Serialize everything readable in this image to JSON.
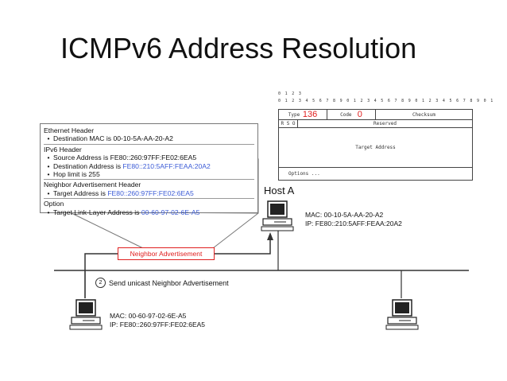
{
  "title": "ICMPv6 Address Resolution",
  "packet_contents": {
    "ethernet_header": "Ethernet Header",
    "dest_mac": "Destination MAC is 00-10-5A-AA-20-A2",
    "ipv6_header": "IPv6 Header",
    "source_address_prefix": "Source Address is ",
    "source_address_value": "FE80::260:97FF:FE02:6EA5",
    "dest_address_prefix": "Destination Address is ",
    "dest_address_value": "FE80::210:5AFF:FEAA:20A2",
    "hop_limit": "Hop limit is 255",
    "na_header": "Neighbor Advertisement Header",
    "target_address_prefix": "Target Address is ",
    "target_address_value": "FE80::260:97FF:FE02:6EA5",
    "option": "Option",
    "target_ll_prefix": "Target Link-Layer Address is ",
    "target_ll_value": "00-60-97-02-6E-A5",
    "bullet": "•"
  },
  "packet_format": {
    "ruler_tens": "0                   1                   2                   3",
    "ruler_units": "0 1 2 3 4 5 6 7 8 9 0 1 2 3 4 5 6 7 8 9 0 1 2 3 4 5 6 7 8 9 0 1",
    "type_label": "Type",
    "type_value": "136",
    "code_label": "Code",
    "code_value": "0",
    "checksum_label": "Checksum",
    "flags_label": "R S O",
    "reserved_label": "Reserved",
    "target_address_label": "Target Address",
    "options_label": "Options ..."
  },
  "host_a": {
    "name": "Host A",
    "mac": "MAC: 00-10-5A-AA-20-A2",
    "ip": "IP: FE80::210:5AFF:FEAA:20A2"
  },
  "host_b": {
    "mac": "MAC: 00-60-97-02-6E-A5",
    "ip": "IP: FE80::260:97FF:FE02:6EA5"
  },
  "message_label": "Neighbor Advertisement",
  "step_number": "2",
  "step_text": "Send unicast Neighbor Advertisement",
  "colors": {
    "highlight": "#3b5bd6",
    "red": "#e02020"
  }
}
